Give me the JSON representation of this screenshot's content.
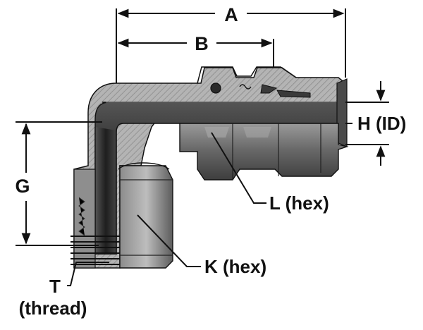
{
  "labels": {
    "A": "A",
    "B": "B",
    "G": "G",
    "H": "H (ID)",
    "L": "L (hex)",
    "K": "K (hex)",
    "T_line1": "T",
    "T_line2": "(thread)"
  },
  "colors": {
    "ink": "#111111",
    "body_gray": "#a9a9a9",
    "hatch": "#7c7c7c",
    "bore_dark": "#2b2b2b",
    "hex_gray": "#6e6e6e",
    "hex_light": "#8f8f8f",
    "background": "#ffffff"
  },
  "parts": [
    "elbow-body",
    "tube-bore",
    "hex-nut-L",
    "hex-body-K",
    "male-thread-T",
    "ferrules",
    "o-ring"
  ]
}
